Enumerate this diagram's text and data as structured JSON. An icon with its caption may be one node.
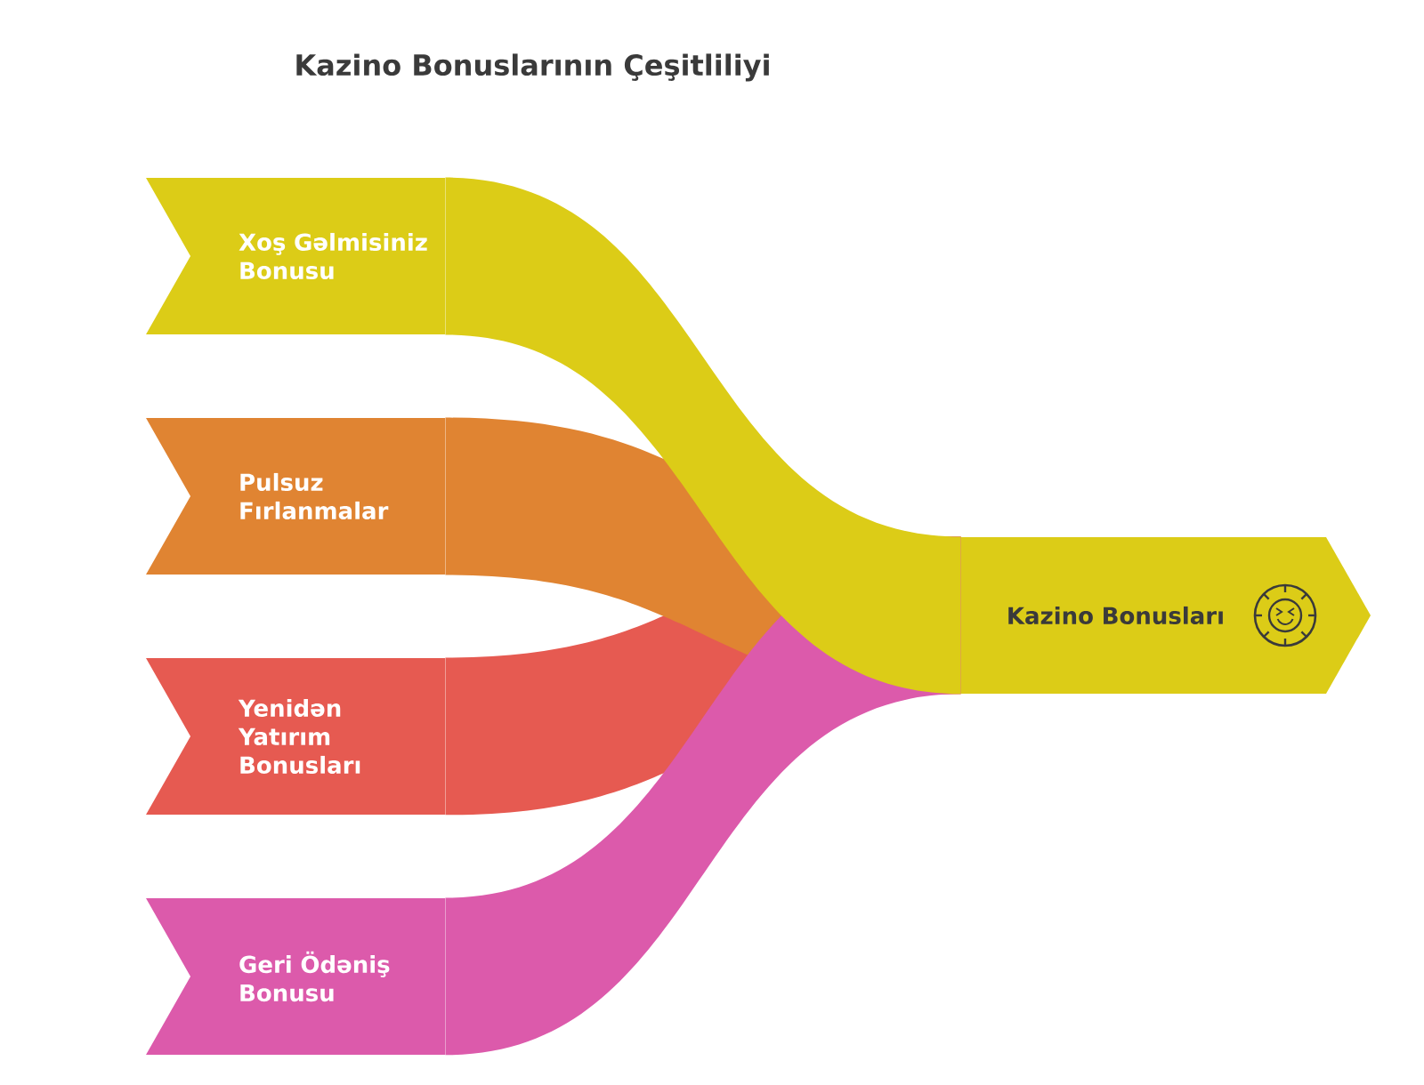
{
  "diagram": {
    "title": "Kazino Bonuslarının Çeşitliliyi",
    "nodes": [
      {
        "text": [
          "Xoş Gəlmisiniz Bonusu"
        ]
      },
      {
        "text": [
          "Pulsuz Fırlanmalar"
        ]
      },
      {
        "text": [
          "Yenidən Yatırım Bonusları"
        ]
      },
      {
        "text": [
          "Geri Ödəniş Bonusu"
        ]
      },
      {
        "text": [
          "Kazino Bonusları"
        ]
      }
    ],
    "edges": [
      {
        "from": 0,
        "to": 4,
        "arrow": "none",
        "color": "#dccc17"
      },
      {
        "from": 1,
        "to": 4,
        "arrow": "none",
        "color": "#e08432"
      },
      {
        "from": 2,
        "to": 4,
        "arrow": "none",
        "color": "#e65a51"
      },
      {
        "from": 3,
        "to": 4,
        "arrow": "none",
        "color": "#dc5aab"
      }
    ]
  }
}
